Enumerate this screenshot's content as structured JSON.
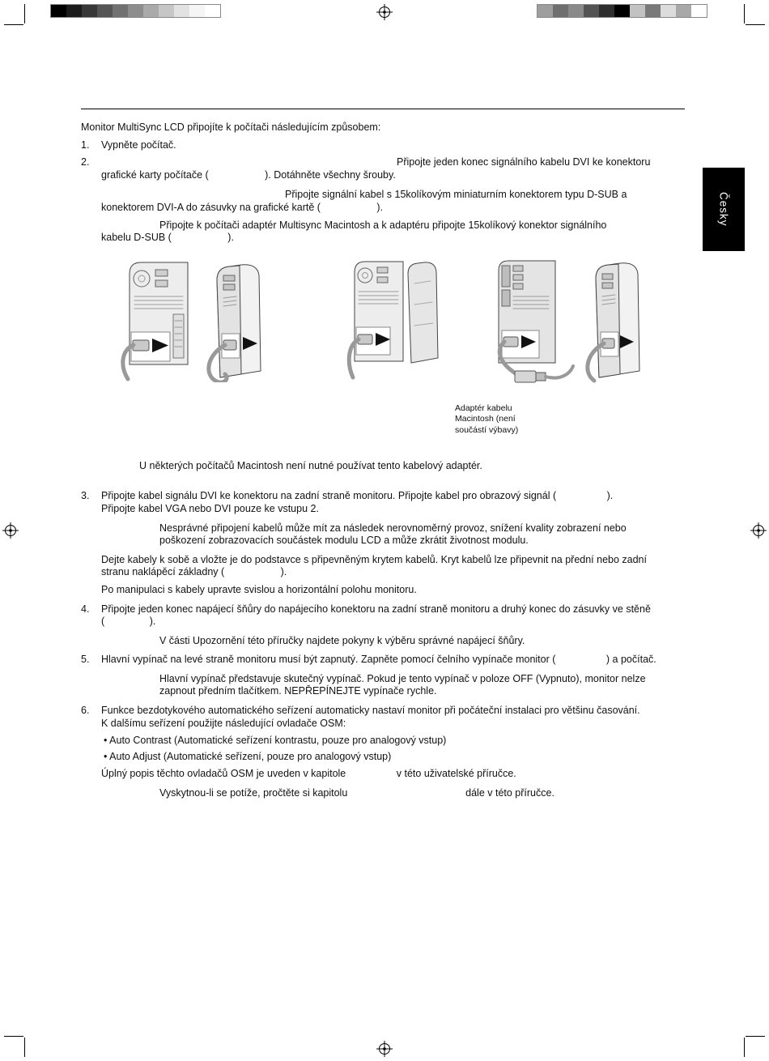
{
  "tab": {
    "label": "Česky"
  },
  "intro": "Monitor MultiSync LCD připojíte k počítači následujícím způsobem:",
  "steps": {
    "s1": {
      "num": "1.",
      "text": "Vypněte počítač."
    },
    "s2": {
      "num": "2.",
      "p1": "Připojte jeden konec signálního kabelu DVI ke konektoru\ngrafické karty počítače (                    ). Dotáhněte všechny šrouby.",
      "p2": "Připojte signální kabel s 15kolíkovým miniaturním konektorem typu D-SUB a\nkonektorem DVI-A do zásuvky na grafické kartě (                    ).",
      "p3": "Připojte k počítači adaptér Multisync Macintosh a k adaptéru připojte 15kolíkový konektor signálního\nkabelu D-SUB (                    )."
    },
    "note_mac": "U některých počítačů Macintosh není nutné používat tento kabelový adaptér.",
    "s3": {
      "num": "3.",
      "p1": "Připojte kabel signálu DVI ke konektoru na zadní straně monitoru. Připojte kabel pro obrazový signál (                  ).\nPřipojte kabel VGA nebo DVI pouze ke vstupu 2.",
      "note": "Nesprávné připojení kabelů může mít za následek nerovnoměrný provoz, snížení kvality zobrazení nebo\npoškození zobrazovacích součástek modulu LCD a může zkrátit životnost modulu.",
      "p2": "Dejte kabely k sobě a vložte je do podstavce s připevněným krytem kabelů. Kryt kabelů lze připevnit na přední nebo zadní\nstranu naklápěcí základny (                    ).",
      "p3": "Po manipulaci s kabely upravte svislou a horizontální polohu monitoru."
    },
    "s4": {
      "num": "4.",
      "p1": "Připojte jeden konec napájecí šňůry do napájecího konektoru na zadní straně monitoru a druhý konec do zásuvky ve stěně\n(                ).",
      "note": "V části Upozornění této příručky najdete pokyny k výběru správné napájecí šňůry."
    },
    "s5": {
      "num": "5.",
      "p1": "Hlavní vypínač na levé straně monitoru musí být zapnutý. Zapněte pomocí čelního vypínače monitor (                  ) a počítač.",
      "note": "Hlavní vypínač představuje skutečný vypínač. Pokud je tento vypínač v poloze OFF (Vypnuto), monitor nelze\nzapnout předním tlačítkem. NEPŘEPÍNEJTE vypínače rychle."
    },
    "s6": {
      "num": "6.",
      "p1": "Funkce bezdotykového automatického seřízení automaticky nastaví monitor při počáteční instalaci pro většinu časování.\nK dalšímu seřízení použijte následující ovladače OSM:",
      "bullets": [
        "•  Auto Contrast (Automatické seřízení kontrastu, pouze pro analogový vstup)",
        "•  Auto Adjust (Automatické seřízení, pouze pro analogový vstup)"
      ],
      "p2": "Úplný popis těchto ovladačů OSM je uveden v kapitole                  v této uživatelské příručce.",
      "note": "Vyskytnou-li se potíže, pročtěte si kapitolu                                          dále v této příručce."
    }
  },
  "figure_caption": "Adaptér kabelu\nMacintosh (není\nsoučástí výbavy)",
  "printer_marks": {
    "left_bar": [
      "#000000",
      "#1c1c1c",
      "#383838",
      "#555555",
      "#717171",
      "#8d8d8d",
      "#aaaaaa",
      "#c6c6c6",
      "#e2e2e2",
      "#f5f5f5",
      "#ffffff"
    ],
    "right_bar": [
      "#9e9e9e",
      "#6f6f6f",
      "#8a8a8a",
      "#545454",
      "#2e2e2e",
      "#000000",
      "#c2c2c2",
      "#7a7a7a",
      "#dcdcdc",
      "#a8a8a8",
      "#ffffff"
    ]
  }
}
